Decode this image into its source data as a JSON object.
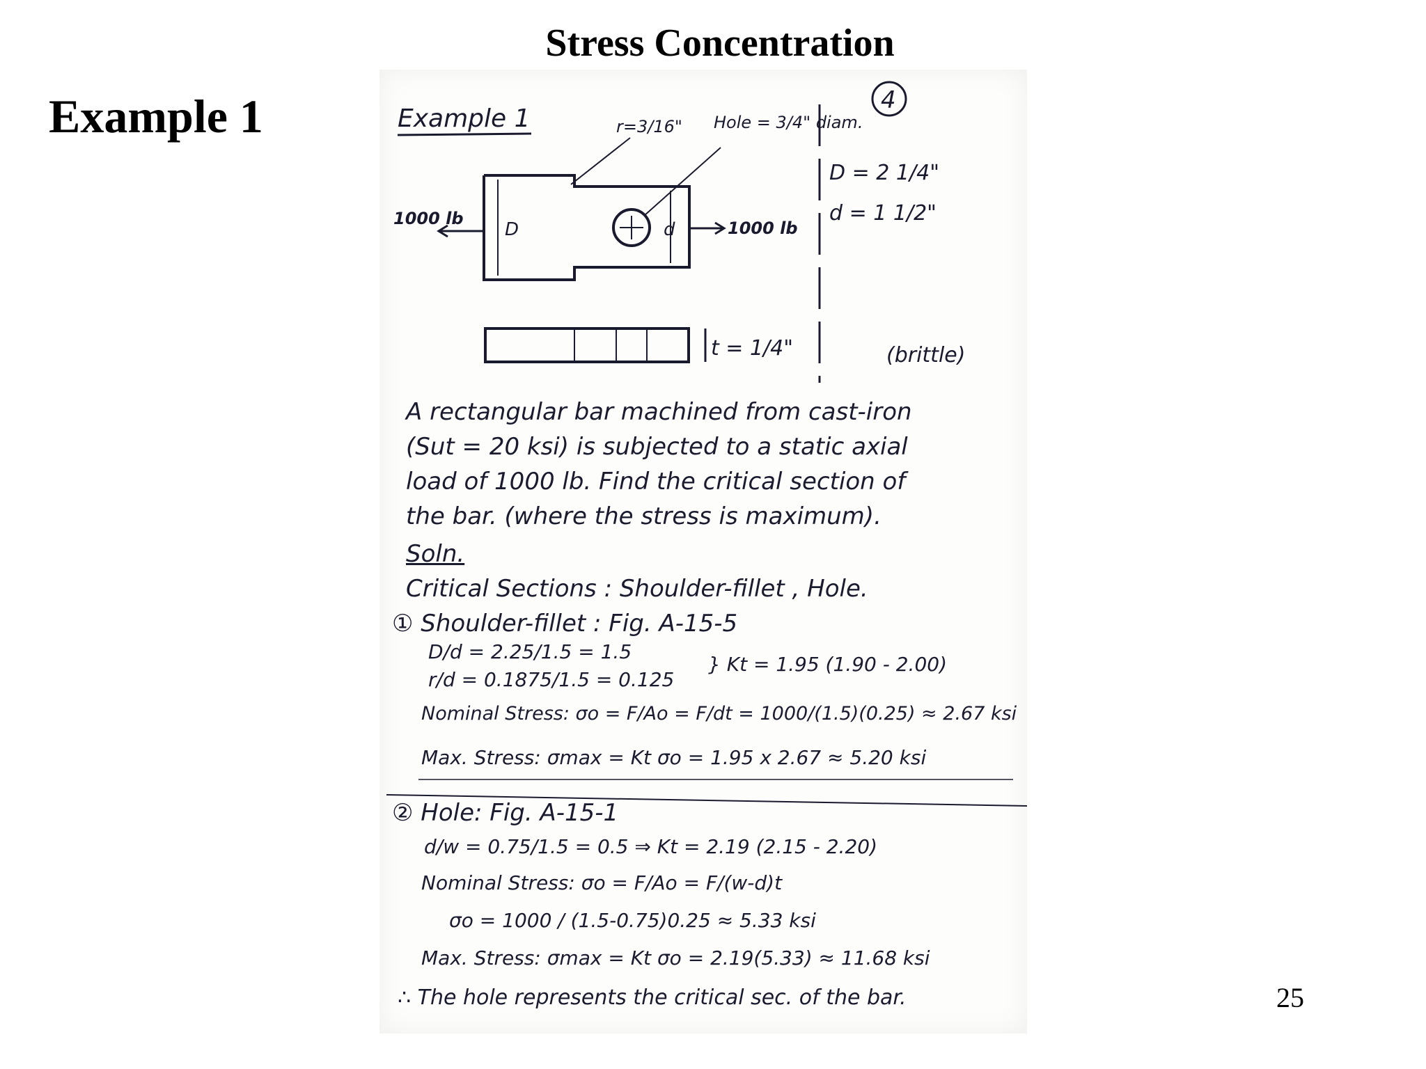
{
  "slide": {
    "title": "Stress Concentration",
    "example_heading": "Example 1",
    "page_number": "25"
  },
  "note": {
    "heading": "Example 1",
    "circled_number": "4",
    "fillet_label": "r=3/16\"",
    "hole_label": "Hole = 3/4\" diam.",
    "load_left": "1000 lb",
    "load_right": "1000 lb",
    "dim_D_symbol": "D",
    "dim_d_symbol": "d",
    "dim_D_value": "D = 2 1/4\"",
    "dim_d_value": "d = 1 1/2\"",
    "thickness_label": "t = 1/4\"",
    "brittle_label": "(brittle)",
    "problem": [
      "A rectangular bar machined from cast-iron",
      "(Sut = 20 ksi) is subjected to a static axial",
      "load of 1000 lb. Find the critical section of",
      "the bar. (where the stress is maximum)."
    ],
    "soln_label": "Soln.",
    "critical_sections": "Critical Sections : Shoulder-fillet , Hole.",
    "shoulder": {
      "heading": "① Shoulder-fillet : Fig. A-15-5",
      "Dd": "D/d = 2.25/1.5 = 1.5",
      "rd": "r/d = 0.1875/1.5 = 0.125",
      "kt": "} Kt = 1.95   (1.90 - 2.00)",
      "nominal": "Nominal Stress: σo = F/Ao = F/dt = 1000/(1.5)(0.25) ≈ 2.67 ksi",
      "max": "Max. Stress: σmax = Kt σo = 1.95 x 2.67 ≈ 5.20 ksi"
    },
    "hole": {
      "heading": "② Hole: Fig. A-15-1",
      "dw": "d/w = 0.75/1.5 = 0.5 ⇒ Kt = 2.19   (2.15 - 2.20)",
      "nominal": "Nominal Stress: σo = F/Ao = F/(w-d)t",
      "sigma": "σo = 1000 / (1.5-0.75)0.25 ≈ 5.33 ksi",
      "max": "Max. Stress: σmax = Kt σo = 2.19(5.33) ≈ 11.68 ksi"
    },
    "conclusion": "∴ The hole represents the critical sec. of the bar."
  }
}
